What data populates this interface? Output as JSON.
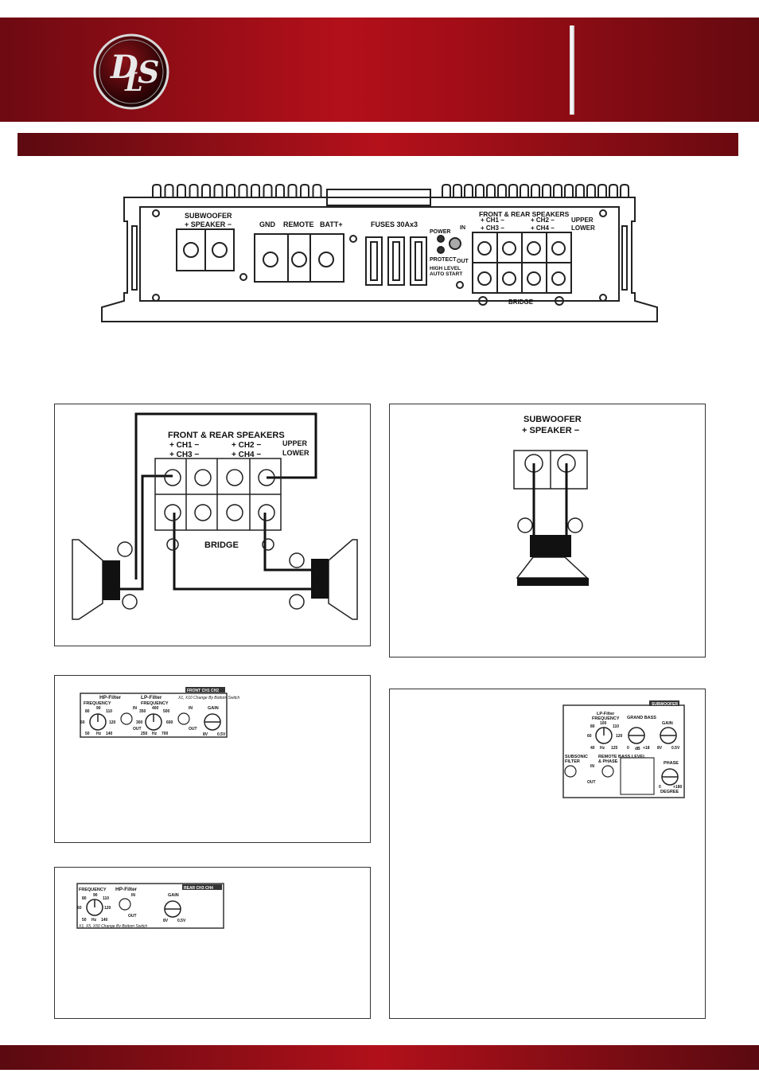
{
  "brand": {
    "logo_text": "DLS",
    "logo_letters": [
      "D",
      "L",
      "S"
    ]
  },
  "amp_panel": {
    "subwoofer_label": "SUBWOOFER",
    "subwoofer_speaker": "+ SPEAKER −",
    "gnd": "GND",
    "remote": "REMOTE",
    "batt": "BATT+",
    "fuses": "FUSES 30Ax3",
    "power": "POWER",
    "protect": "PROTECT",
    "high_level": "HIGH LEVEL",
    "auto_start": "AUTO START",
    "in": "IN",
    "out": "OUT",
    "front_rear": "FRONT & REAR SPEAKERS",
    "ch1": "+ CH1 −",
    "ch2": "+ CH2 −",
    "ch3": "+ CH3 −",
    "ch4": "+ CH4 −",
    "upper": "UPPER",
    "lower": "LOWER",
    "bridge": "BRIDGE"
  },
  "bridge_diagram": {
    "title": "FRONT & REAR SPEAKERS",
    "ch1": "+ CH1 −",
    "ch2": "+ CH2 −",
    "ch3": "+ CH3 −",
    "ch4": "+ CH4 −",
    "upper": "UPPER",
    "lower": "LOWER",
    "bridge": "BRIDGE"
  },
  "sub_diagram": {
    "title": "SUBWOOFER",
    "speaker": "+ SPEAKER −"
  },
  "front_controls": {
    "tag": "FRONT CH1 CH2",
    "hp_filter": "HP-Filter",
    "hp_frequency": "FREQUENCY",
    "hp_ticks": [
      "90",
      "80",
      "110",
      "60",
      "120",
      "50",
      "Hz",
      "140"
    ],
    "lp_filter": "LP-Filter",
    "lp_frequency": "FREQUENCY",
    "lp_ticks": [
      "400",
      "350",
      "500",
      "300",
      "600",
      "250",
      "Hz",
      "700"
    ],
    "note": "X1, X10 Change By Bottom Switch",
    "in": "IN",
    "out": "OUT",
    "gain": "GAIN",
    "gain_min": "8V",
    "gain_max": "0.5V"
  },
  "rear_controls": {
    "tag": "REAR CH3 CH4",
    "frequency": "FREQUENCY",
    "hp_filter": "HP-Filter",
    "ticks": [
      "90",
      "80",
      "110",
      "60",
      "120",
      "50",
      "Hz",
      "140"
    ],
    "in": "IN",
    "out": "OUT",
    "gain": "GAIN",
    "gain_min": "8V",
    "gain_max": "0.5V",
    "note": "X1, X5, X50 Change By Bottom Switch"
  },
  "sub_controls": {
    "tag": "SUBWOOFER",
    "lp_filter": "LP-Filter",
    "lp_frequency": "FREQUENCY",
    "lp_ticks": [
      "100",
      "80",
      "110",
      "60",
      "120",
      "40",
      "Hz",
      "125"
    ],
    "grand_bass": "GRAND BASS",
    "grand_ticks": [
      "0",
      "dB",
      "+18"
    ],
    "gain": "GAIN",
    "gain_min": "8V",
    "gain_max": "0.5V",
    "subsonic": "SUBSONIC",
    "filter": "FILTER",
    "in": "IN",
    "out": "OUT",
    "remote_bass": "REMOTE BASS LEVEL",
    "phase_amp": "& PHASE",
    "phase": "PHASE",
    "phase_ticks": [
      "0",
      "+180"
    ],
    "degree": "DEGREE"
  }
}
